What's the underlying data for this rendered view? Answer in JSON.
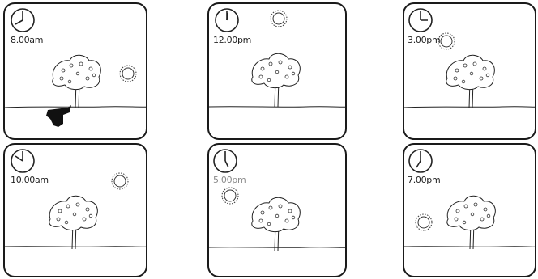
{
  "panels": [
    {
      "time": "8.00am",
      "shadow": true
    },
    {
      "time": "12.00pm",
      "shadow": false
    },
    {
      "time": "3.00pm",
      "shadow": false
    },
    {
      "time": "10.00am",
      "shadow": false
    },
    {
      "time": "5.00pm",
      "shadow": false,
      "faded": true
    },
    {
      "time": "7.00pm",
      "shadow": false
    }
  ]
}
